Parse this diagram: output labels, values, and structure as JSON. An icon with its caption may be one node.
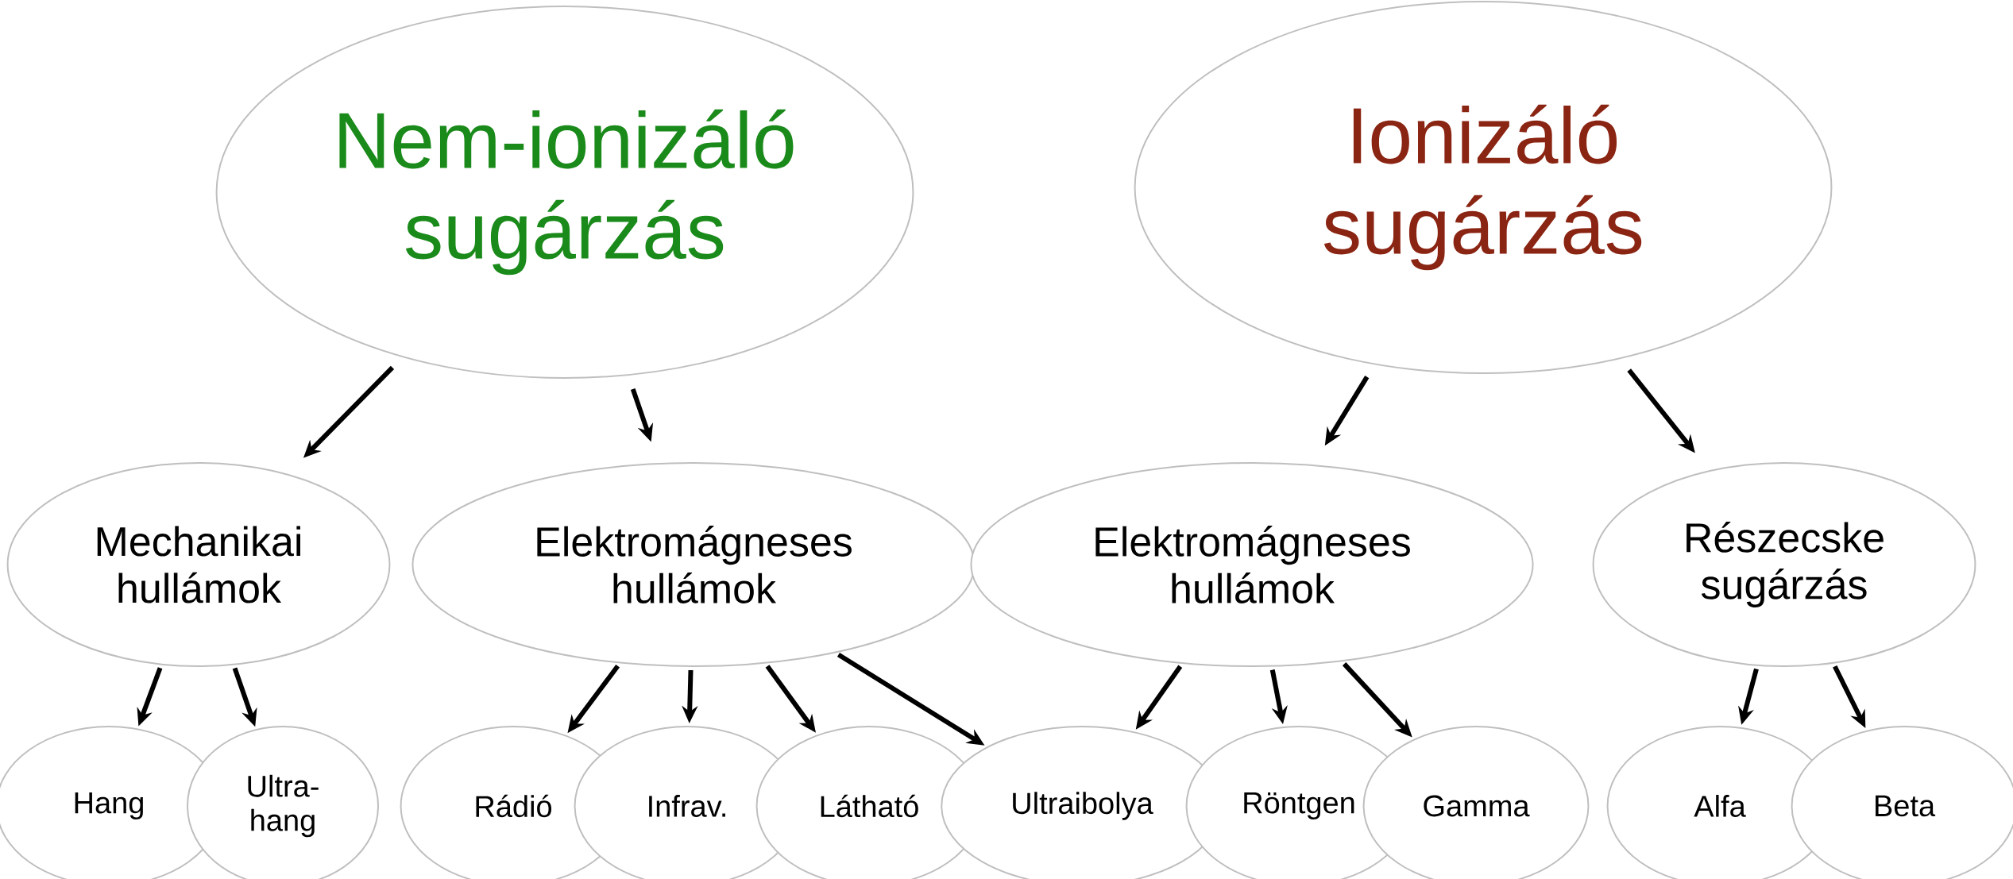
{
  "diagram": {
    "nodes": [
      {
        "text": [
          "Nem-ionizáló sugárzás"
        ]
      },
      {
        "text": [
          "Ionizáló sugárzás"
        ]
      },
      {
        "text": [
          "Mechanikai hullámok"
        ]
      },
      {
        "text": [
          "Elektromágneses hullámok"
        ]
      },
      {
        "text": [
          "Elektromágneses hullámok"
        ]
      },
      {
        "text": [
          "Részecske sugárzás"
        ]
      },
      {
        "text": [
          "Hang"
        ]
      },
      {
        "text": [
          "Ultra-hang"
        ]
      },
      {
        "text": [
          "Rádió"
        ]
      },
      {
        "text": [
          "Infrav."
        ]
      },
      {
        "text": [
          "Látható"
        ]
      },
      {
        "text": [
          "Ultraibolya"
        ]
      },
      {
        "text": [
          "Röntgen"
        ]
      },
      {
        "text": [
          "Gamma"
        ]
      },
      {
        "text": [
          "Alfa"
        ]
      },
      {
        "text": [
          "Beta"
        ]
      }
    ],
    "edges": [
      {
        "from": 0,
        "to": 2,
        "arrow": "to"
      },
      {
        "from": 0,
        "to": 3,
        "arrow": "to"
      },
      {
        "from": 1,
        "to": 4,
        "arrow": "to"
      },
      {
        "from": 1,
        "to": 5,
        "arrow": "to"
      },
      {
        "from": 2,
        "to": 6,
        "arrow": "to"
      },
      {
        "from": 2,
        "to": 7,
        "arrow": "to"
      },
      {
        "from": 3,
        "to": 8,
        "arrow": "to"
      },
      {
        "from": 3,
        "to": 9,
        "arrow": "to"
      },
      {
        "from": 3,
        "to": 10,
        "arrow": "to"
      },
      {
        "from": 3,
        "to": 11,
        "arrow": "to"
      },
      {
        "from": 4,
        "to": 11,
        "arrow": "to"
      },
      {
        "from": 4,
        "to": 12,
        "arrow": "to"
      },
      {
        "from": 4,
        "to": 13,
        "arrow": "to"
      },
      {
        "from": 5,
        "to": 14,
        "arrow": "to"
      },
      {
        "from": 5,
        "to": 15,
        "arrow": "to"
      }
    ]
  }
}
